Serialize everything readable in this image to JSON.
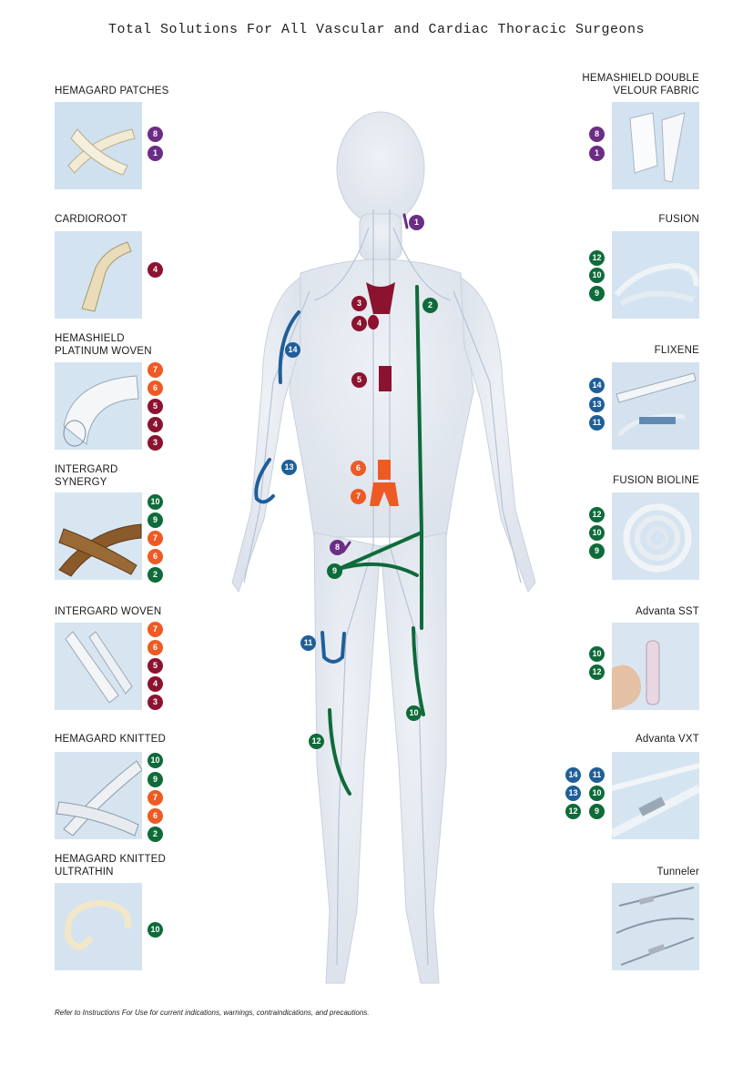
{
  "title": "Total Solutions For All Vascular and Cardiac Thoracic Surgeons",
  "footer": "Refer to Instructions For Use for current indications, warnings, contraindications, and precautions.",
  "colors": {
    "purple": "#6b2d86",
    "maroon": "#8c1330",
    "orange": "#ee5a24",
    "green": "#0e6b3a",
    "blue": "#1f5f99"
  },
  "products": {
    "hemagard_patches": {
      "name": "HEMAGARD PATCHES",
      "badges": [
        "8",
        "1"
      ]
    },
    "cardioroot": {
      "name": "CARDIOROOT",
      "badges": [
        "4"
      ]
    },
    "hemashield_platinum": {
      "name1": "HEMASHIELD",
      "name2": "PLATINUM WOVEN",
      "badges": [
        "7",
        "6",
        "5",
        "4",
        "3"
      ]
    },
    "intergard_synergy": {
      "name1": "INTERGARD",
      "name2": "SYNERGY",
      "badges": [
        "10",
        "9",
        "7",
        "6",
        "2"
      ]
    },
    "intergard_woven": {
      "name": "INTERGARD WOVEN",
      "badges": [
        "7",
        "6",
        "5",
        "4",
        "3"
      ]
    },
    "hemagard_knitted": {
      "name": "HEMAGARD KNITTED",
      "badges": [
        "10",
        "9",
        "7",
        "6",
        "2"
      ]
    },
    "hemagard_ultrathin": {
      "name1": "HEMAGARD KNITTED",
      "name2": "ULTRATHIN",
      "badges": [
        "10"
      ]
    },
    "hemashield_double": {
      "name1": "HEMASHIELD DOUBLE",
      "name2": "VELOUR FABRIC",
      "badges": [
        "8",
        "1"
      ]
    },
    "fusion": {
      "name": "FUSION",
      "badges": [
        "12",
        "10",
        "9"
      ]
    },
    "flixene": {
      "name": "FLIXENE",
      "badges": [
        "14",
        "13",
        "11"
      ]
    },
    "fusion_bioline": {
      "name": "FUSION BIOLINE",
      "badges": [
        "12",
        "10",
        "9"
      ]
    },
    "advanta_sst": {
      "name": "Advanta SST",
      "badges": [
        "10",
        "12"
      ]
    },
    "advanta_vxt": {
      "name": "Advanta VXT",
      "badges": [
        "14",
        "11",
        "13",
        "10",
        "12",
        "9"
      ]
    },
    "tunneler": {
      "name": "Tunneler"
    }
  },
  "body_markers": [
    "1",
    "2",
    "3",
    "4",
    "5",
    "6",
    "7",
    "8",
    "9",
    "10",
    "11",
    "12",
    "13",
    "14"
  ]
}
